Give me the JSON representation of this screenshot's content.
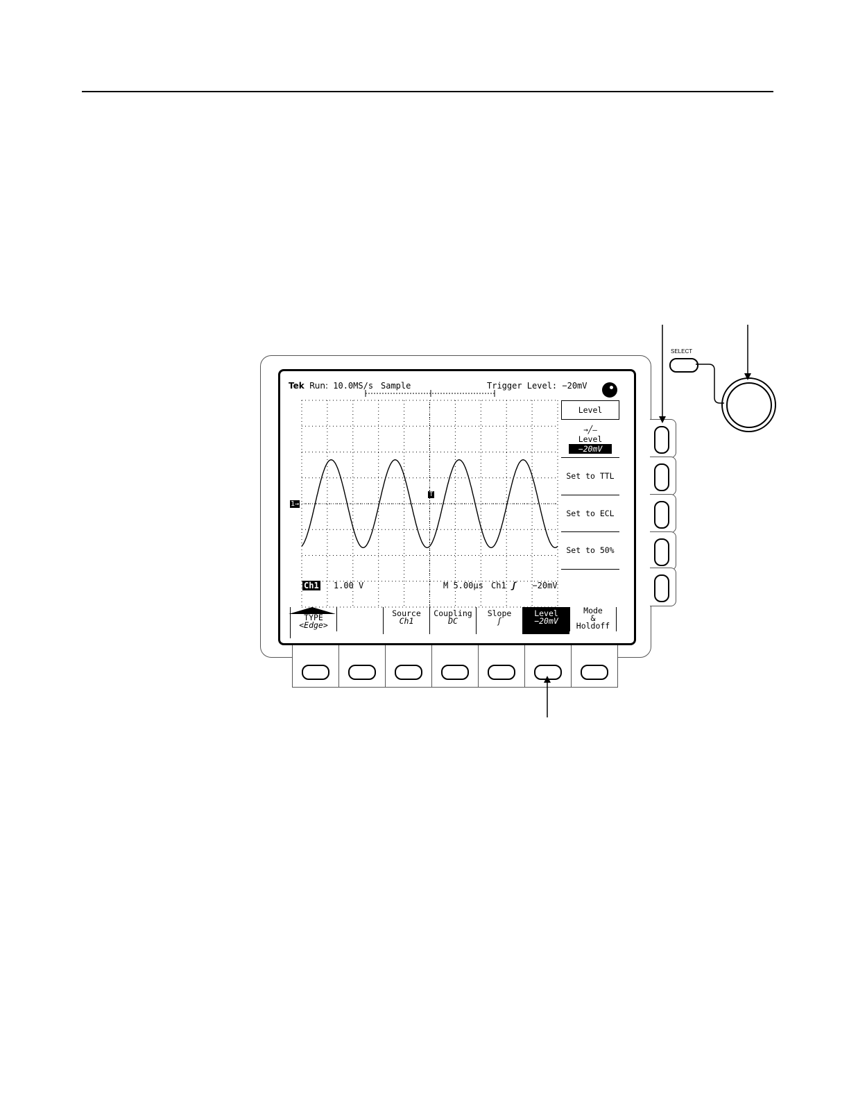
{
  "status": {
    "brand": "Tek",
    "run_label": "Run:",
    "sample_rate": "10.0MS/s",
    "mode": "Sample",
    "trigger_level": "Trigger Level: −20mV"
  },
  "side_menu": {
    "title": "Level",
    "level_label": "Level",
    "level_value": "−20mV",
    "set_ttl": "Set to TTL",
    "set_ecl": "Set to ECL",
    "set_50": "Set to 50%"
  },
  "readout": {
    "ch_label": "Ch1",
    "volts_div": "1.00 V",
    "time_base": "M 5.00µs",
    "trig_ch": "Ch1",
    "trig_level": "−20mV",
    "ground_marker": "1→",
    "trigger_marker": "T"
  },
  "bottom_menu": [
    {
      "label": "TYPE",
      "sub": "<Edge>"
    },
    {
      "label": "",
      "sub": ""
    },
    {
      "label": "Source",
      "sub": "Ch1"
    },
    {
      "label": "Coupling",
      "sub": "DC"
    },
    {
      "label": "Slope",
      "sub": "ʃ"
    },
    {
      "label": "Level",
      "sub": "−20mV"
    },
    {
      "label": "Mode",
      "sub": "&",
      "sub2": "Holdoff"
    }
  ],
  "select_label": "SELECT",
  "waveform": {
    "cycles": 4.0,
    "amplitude_div": 1.7
  }
}
